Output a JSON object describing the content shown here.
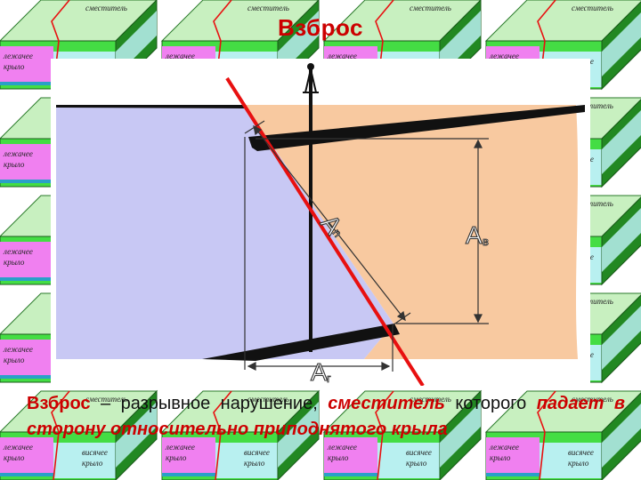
{
  "title": "Взброс",
  "block_labels": {
    "top": "сместитель",
    "left": "лежачее крыло",
    "right": "висячее крыло"
  },
  "diagram_labels": {
    "slip": "A",
    "slip_sub": "n",
    "vertical": "A",
    "vertical_sub": "в",
    "horizontal": "A",
    "horizontal_sub": "г"
  },
  "definition": {
    "term": "Взброс",
    "dash": " – разрывное нарушение, ",
    "emph1": "сместитель",
    "mid": " которого ",
    "emph2": "падает в сторону относительно приподнятого крыла"
  },
  "colors": {
    "title": "#cc0000",
    "fault": "#e81010",
    "footwall": "#c8c8f4",
    "hangingwall": "#f8c9a0",
    "layer": "#111111",
    "block_top": "#c8f0c0",
    "block_front": "#44dd44",
    "block_side": "#228822",
    "block_left_face": "#f080f0",
    "block_right_face": "#b8f0f0"
  }
}
